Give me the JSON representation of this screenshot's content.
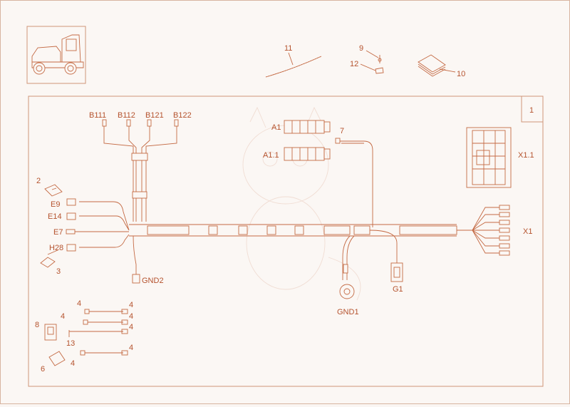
{
  "diagram": {
    "section_number": "1",
    "accessory_labels": {
      "hose": "11",
      "pin": "9",
      "clip": "12",
      "manual": "10"
    },
    "sensor_labels": [
      "B111",
      "B112",
      "B121",
      "B122"
    ],
    "relay_labels": {
      "a1": "A1",
      "a11": "A1.1"
    },
    "fuse_block": "X1.1",
    "branch_x1": "X1",
    "left_labels": {
      "item2": "2",
      "e9": "E9",
      "e14": "E14",
      "e7": "E7",
      "h28": "H28",
      "item3": "3",
      "gnd2": "GND2",
      "item7": "7"
    },
    "bottom_labels": {
      "g1": "G1",
      "gnd1": "GND1",
      "item8": "8",
      "item6": "6",
      "item13": "13",
      "item4": "4"
    }
  }
}
